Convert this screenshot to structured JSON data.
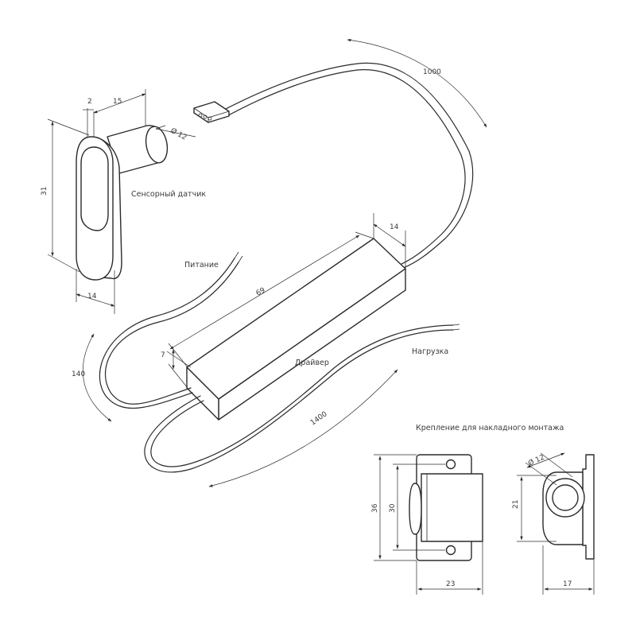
{
  "labels": {
    "sensor": "Сенсорный датчик",
    "power": "Питание",
    "driver": "Драйвер",
    "load": "Нагрузка",
    "mount": "Крепление для накладного монтажа"
  },
  "dimensions": {
    "sensor_gap": "2",
    "sensor_length": "15",
    "sensor_diameter": "Ø 12",
    "sensor_height": "31",
    "sensor_width": "14",
    "cable_sensor": "1000",
    "driver_length": "69",
    "driver_width": "14",
    "driver_height": "7",
    "cable_power": "140",
    "cable_load": "1400",
    "mount_height_outer": "36",
    "mount_height_inner": "30",
    "mount_width": "23",
    "mount_hole_diameter": "Ø 12",
    "mount_side_height": "21",
    "mount_depth": "17"
  },
  "colors": {
    "line": "#2b2b2b",
    "text": "#3a3a3a",
    "background": "#ffffff"
  }
}
